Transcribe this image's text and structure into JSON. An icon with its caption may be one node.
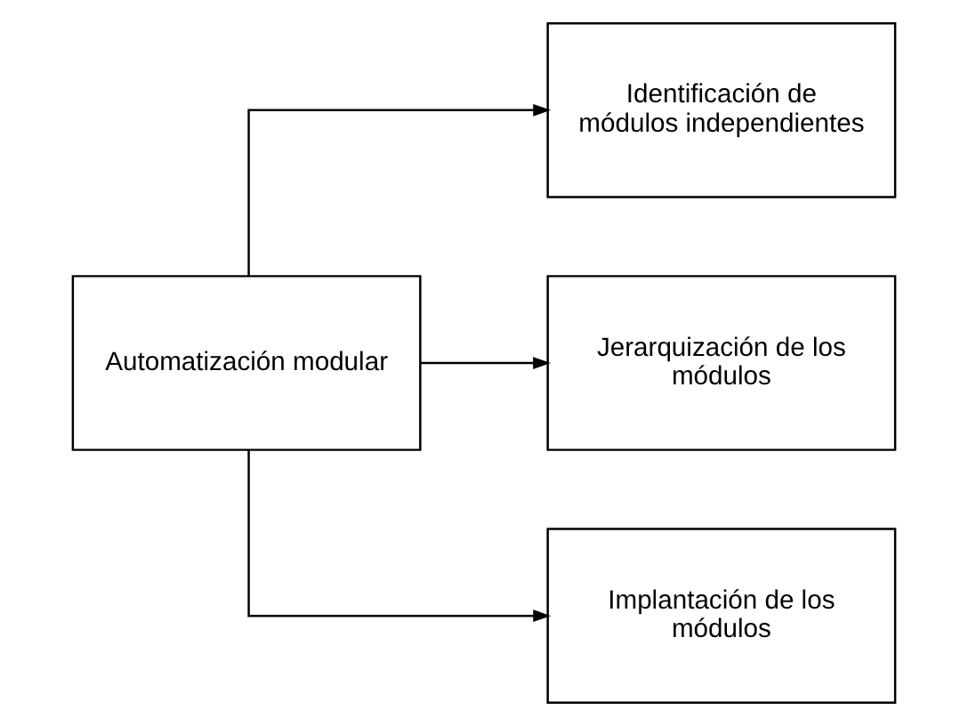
{
  "diagram": {
    "nodes": [
      {
        "text": [
          "Automatización modular"
        ]
      },
      {
        "text": [
          "Identificación de módulos independientes"
        ]
      },
      {
        "text": [
          "Jerarquización de los módulos"
        ]
      },
      {
        "text": [
          "Implantación de los módulos"
        ]
      }
    ],
    "edges": [
      {
        "from": 0,
        "to": 1,
        "arrow": "to"
      },
      {
        "from": 0,
        "to": 2,
        "arrow": "to"
      },
      {
        "from": 0,
        "to": 3,
        "arrow": "to"
      }
    ]
  }
}
